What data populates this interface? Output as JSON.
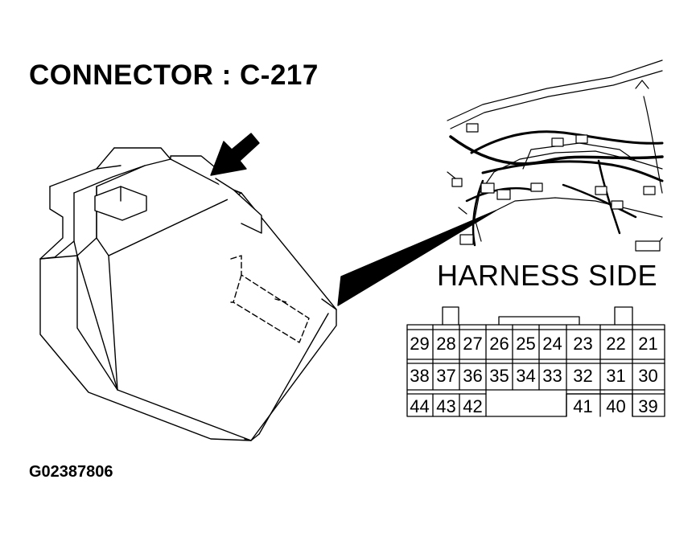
{
  "title": "CONNECTOR : C-217",
  "figure_id": "G02387806",
  "harness_label": "HARNESS SIDE",
  "connector_pins": {
    "row1": [
      "29",
      "28",
      "27",
      "26",
      "25",
      "24",
      "23",
      "22",
      "21"
    ],
    "row2": [
      "38",
      "37",
      "36",
      "35",
      "34",
      "33",
      "32",
      "31",
      "30"
    ],
    "row3_left": [
      "44",
      "43",
      "42"
    ],
    "row3_right": [
      "41",
      "40",
      "39"
    ]
  }
}
